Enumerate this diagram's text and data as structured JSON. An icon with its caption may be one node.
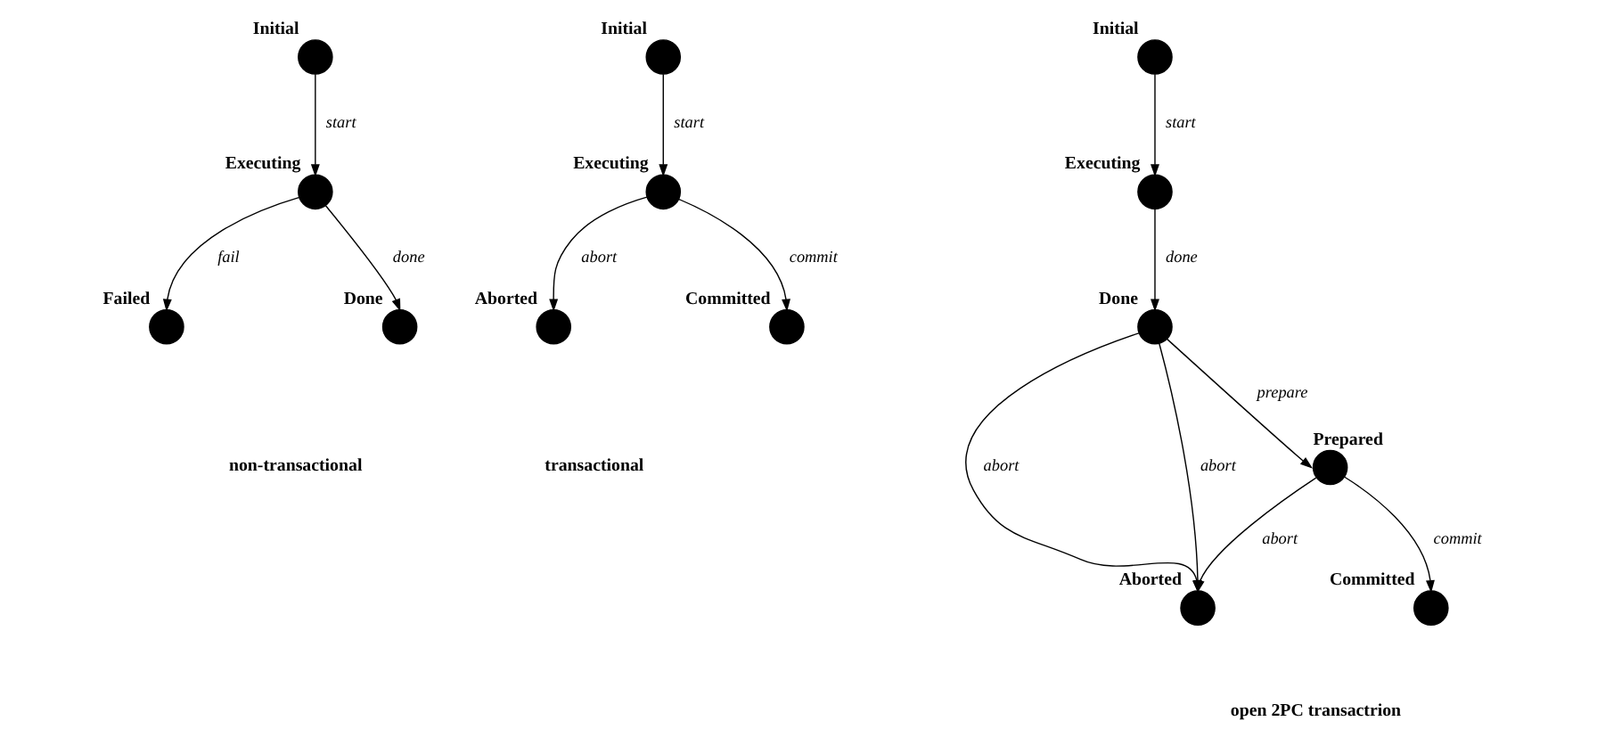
{
  "diagram": {
    "nodes": [
      {
        "text": [],
        "shape": "circle",
        "beside": [
          "Initial"
        ]
      },
      {
        "text": [],
        "shape": "circle",
        "beside": [
          "Executing"
        ]
      },
      {
        "text": [],
        "shape": "circle",
        "beside": [
          "Failed"
        ]
      },
      {
        "text": [],
        "shape": "circle",
        "beside": [
          "Done"
        ]
      },
      {
        "text": [],
        "shape": "circle",
        "beside": [
          "Initial"
        ]
      },
      {
        "text": [],
        "shape": "circle",
        "beside": [
          "Executing"
        ]
      },
      {
        "text": [],
        "shape": "circle",
        "beside": [
          "Aborted"
        ]
      },
      {
        "text": [],
        "shape": "circle",
        "beside": [
          "Committed"
        ]
      },
      {
        "text": [],
        "shape": "circle",
        "beside": [
          "Initial"
        ]
      },
      {
        "text": [],
        "shape": "circle",
        "beside": [
          "Executing"
        ]
      },
      {
        "text": [],
        "shape": "circle",
        "beside": [
          "Done"
        ]
      },
      {
        "text": [],
        "shape": "circle",
        "beside": [
          "Prepared"
        ]
      },
      {
        "text": [],
        "shape": "circle",
        "beside": [
          "Aborted"
        ]
      },
      {
        "text": [],
        "shape": "circle",
        "beside": [
          "Committed"
        ]
      }
    ],
    "edges": [
      {
        "from": 0,
        "to": 1,
        "arrow": "to",
        "label": "start"
      },
      {
        "from": 1,
        "to": 2,
        "arrow": "to",
        "label": "fail"
      },
      {
        "from": 1,
        "to": 3,
        "arrow": "to",
        "label": "done"
      },
      {
        "from": 4,
        "to": 5,
        "arrow": "to",
        "label": "start"
      },
      {
        "from": 5,
        "to": 6,
        "arrow": "to",
        "label": "abort"
      },
      {
        "from": 5,
        "to": 7,
        "arrow": "to",
        "label": "commit"
      },
      {
        "from": 8,
        "to": 9,
        "arrow": "to",
        "label": "start"
      },
      {
        "from": 9,
        "to": 10,
        "arrow": "to",
        "label": "done"
      },
      {
        "from": 10,
        "to": 12,
        "arrow": "to",
        "label": "abort"
      },
      {
        "from": 10,
        "to": 12,
        "arrow": "to",
        "label": "abort"
      },
      {
        "from": 10,
        "to": 11,
        "arrow": "to",
        "label": "prepare"
      },
      {
        "from": 11,
        "to": 12,
        "arrow": "to",
        "label": "abort"
      },
      {
        "from": 11,
        "to": 13,
        "arrow": "to",
        "label": "commit"
      }
    ],
    "labels": [
      "non-transactional",
      "transactional",
      "open 2PC transactrion"
    ]
  }
}
